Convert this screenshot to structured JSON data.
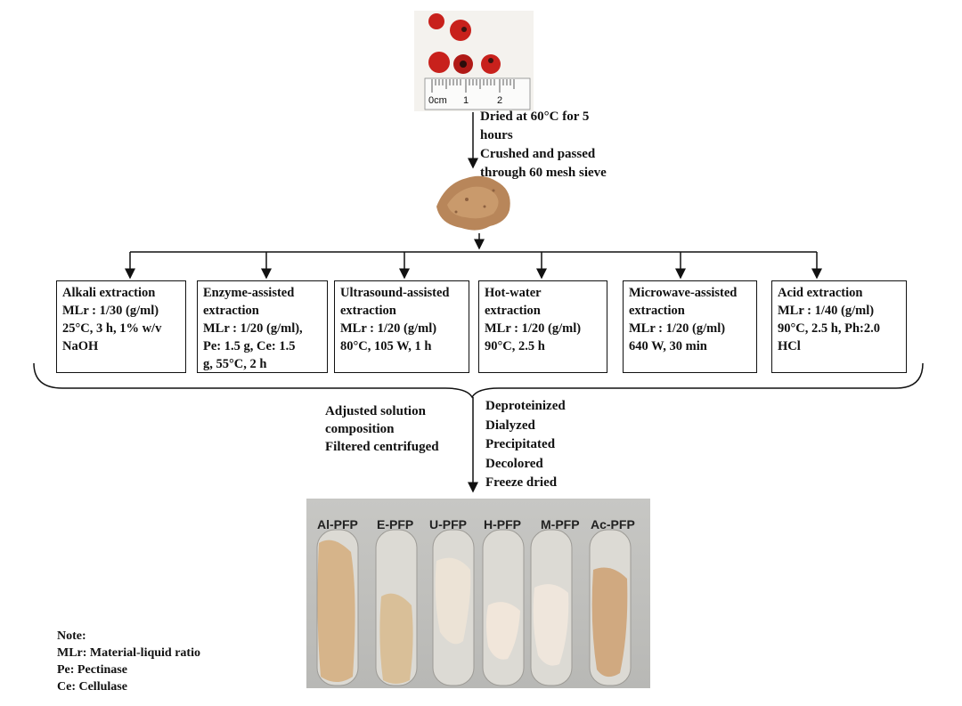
{
  "top_photo": {
    "ruler_unit": "0cm",
    "ruler_marks": [
      "1",
      "2"
    ]
  },
  "step1": {
    "text": "Dried at 60°C for 5\nhours\n Crushed and passed\nthrough 60 mesh sieve"
  },
  "methods": [
    {
      "title": "Alkali extraction",
      "body": "MLr : 1/30 (g/ml)\n25°C, 3 h, 1% w/v\nNaOH"
    },
    {
      "title": "Enzyme-assisted\nextraction",
      "body": "MLr : 1/20 (g/ml),\nPe: 1.5 g, Ce: 1.5\ng, 55°C, 2 h"
    },
    {
      "title": "Ultrasound-assisted\nextraction",
      "body": "MLr : 1/20 (g/ml)\n80°C, 105 W, 1 h"
    },
    {
      "title": "Hot-water\nextraction",
      "body": "MLr : 1/20 (g/ml)\n90°C, 2.5 h"
    },
    {
      "title": "Microwave-assisted\nextraction",
      "body": "MLr : 1/20 (g/ml)\n640 W, 30 min"
    },
    {
      "title": "Acid extraction",
      "body": "MLr : 1/40 (g/ml)\n90°C, 2.5 h, Ph:2.0\nHCl"
    }
  ],
  "step2_left": {
    "text": "Adjusted solution\ncomposition\nFiltered centrifuged"
  },
  "step2_right": {
    "text": "Deproteinized\nDialyzed\nPrecipitated\nDecolored\nFreeze dried"
  },
  "tubes": [
    "Al-PFP",
    "E-PFP",
    "U-PFP",
    "H-PFP",
    "M-PFP",
    "Ac-PFP"
  ],
  "note": {
    "text": "Note:\nMLr: Material-liquid ratio\nPe: Pectinase\nCe: Cellulase"
  },
  "colors": {
    "berry": "#c8211c",
    "powder": "#b8865a",
    "photo_bg": "#b9b9b7"
  }
}
